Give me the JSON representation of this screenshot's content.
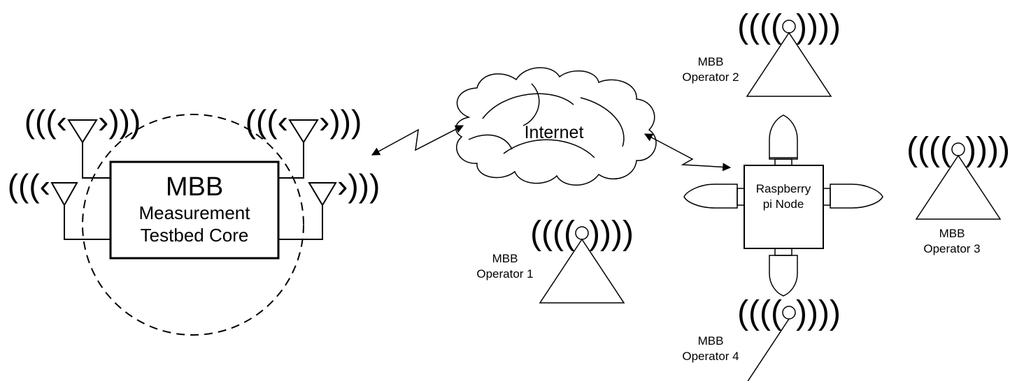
{
  "core": {
    "title": "MBB",
    "line1": "Measurement",
    "line2": "Testbed Core"
  },
  "cloud": {
    "label": "Internet"
  },
  "node": {
    "line1": "Raspberry",
    "line2": "pi Node"
  },
  "operators": [
    {
      "line1": "MBB",
      "line2": "Operator 1"
    },
    {
      "line1": "MBB",
      "line2": "Operator 2"
    },
    {
      "line1": "MBB",
      "line2": "Operator 3"
    },
    {
      "line1": "MBB",
      "line2": "Operator 4"
    }
  ],
  "radio_glyphs": {
    "left_waves": "((((",
    "right_waves": "))))",
    "left_waves_short": "(((",
    "right_waves_short": ")))",
    "left_waves_compact": "(((‹",
    "right_waves_compact": "›)))"
  }
}
